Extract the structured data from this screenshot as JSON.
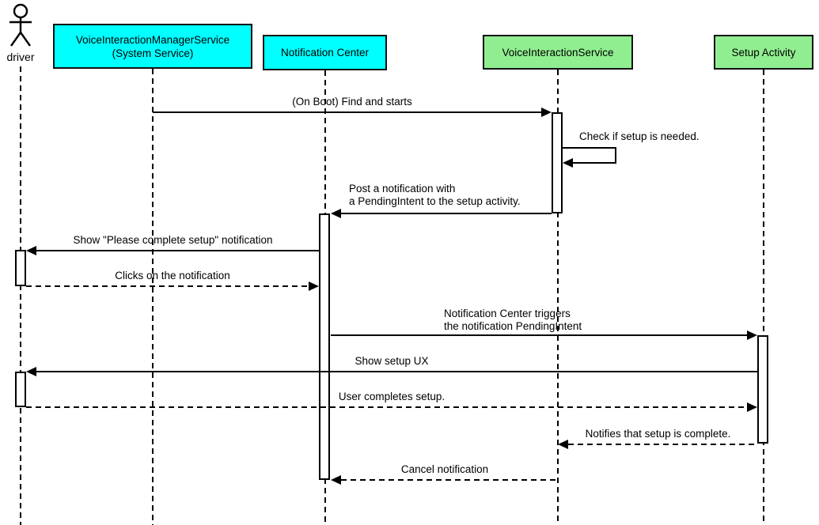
{
  "diagram": {
    "type": "sequence-diagram",
    "colors": {
      "system_box": "#00ffff",
      "app_box": "#90ee90",
      "line": "#000000",
      "background": "#ffffff"
    },
    "actor": {
      "label": "driver"
    },
    "participants": [
      {
        "label": "VoiceInteractionManagerService\n(System Service)",
        "kind": "system"
      },
      {
        "label": "Notification Center",
        "kind": "system"
      },
      {
        "label": "VoiceInteractionService",
        "kind": "app"
      },
      {
        "label": "Setup Activity",
        "kind": "app"
      }
    ],
    "messages": [
      {
        "label": "(On Boot) Find and starts",
        "from": "VoiceInteractionManagerService (System Service)",
        "to": "VoiceInteractionService",
        "line": "solid"
      },
      {
        "label": "Check if setup is needed.",
        "from": "VoiceInteractionService",
        "to": "VoiceInteractionService",
        "line": "solid",
        "self_message": true
      },
      {
        "label": "Post a notification with\na PendingIntent to the setup activity.",
        "from": "VoiceInteractionService",
        "to": "Notification Center",
        "line": "solid"
      },
      {
        "label": "Show \"Please complete setup\" notification",
        "from": "Notification Center",
        "to": "driver",
        "line": "solid"
      },
      {
        "label": "Clicks on the notification",
        "from": "driver",
        "to": "Notification Center",
        "line": "dashed"
      },
      {
        "label": "Notification Center triggers\nthe notification PendingIntent",
        "from": "Notification Center",
        "to": "Setup Activity",
        "line": "solid"
      },
      {
        "label": "Show setup UX",
        "from": "Setup Activity",
        "to": "driver",
        "line": "solid"
      },
      {
        "label": "User completes setup.",
        "from": "driver",
        "to": "Setup Activity",
        "line": "dashed"
      },
      {
        "label": "Notifies that setup is complete.",
        "from": "Setup Activity",
        "to": "VoiceInteractionService",
        "line": "dashed"
      },
      {
        "label": "Cancel notification",
        "from": "VoiceInteractionService",
        "to": "Notification Center",
        "line": "dashed"
      }
    ]
  }
}
